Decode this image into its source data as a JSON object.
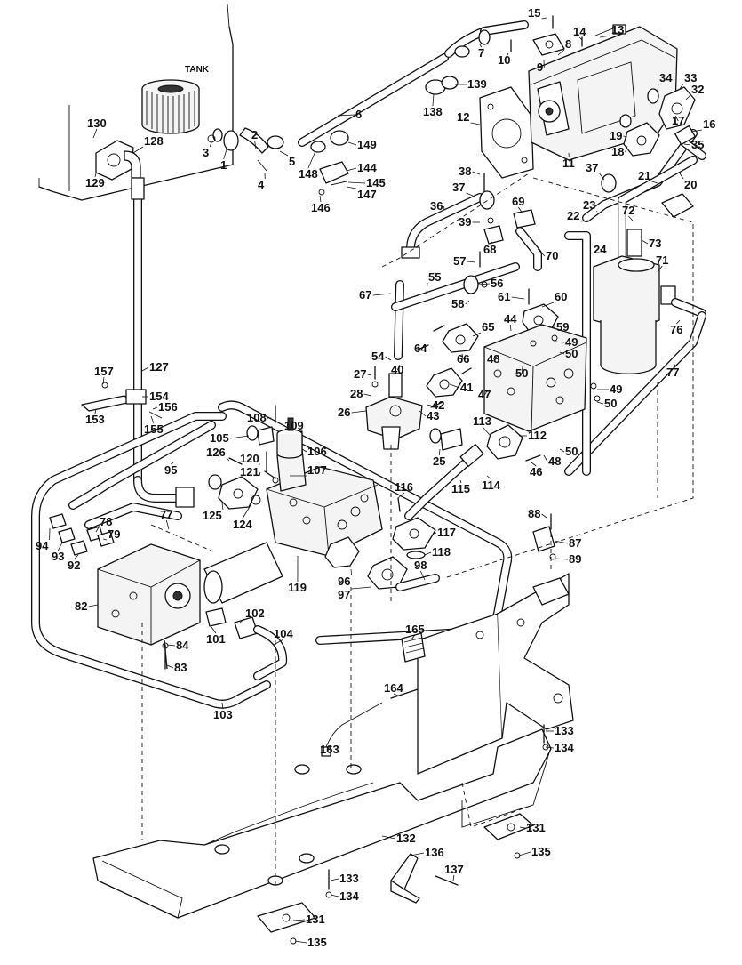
{
  "diagram": {
    "tank_label": "TANK",
    "callouts": [
      "1",
      "2",
      "3",
      "4",
      "5",
      "6",
      "7",
      "8",
      "9",
      "10",
      "11",
      "12",
      "13",
      "14",
      "15",
      "16",
      "17",
      "18",
      "19",
      "20",
      "21",
      "22",
      "23",
      "24",
      "25",
      "26",
      "27",
      "28",
      "32",
      "33",
      "34",
      "35",
      "36",
      "37",
      "38",
      "39",
      "40",
      "41",
      "42",
      "43",
      "44",
      "46",
      "47",
      "48",
      "49",
      "50",
      "54",
      "55",
      "56",
      "57",
      "58",
      "59",
      "60",
      "61",
      "64",
      "65",
      "66",
      "67",
      "68",
      "69",
      "70",
      "71",
      "72",
      "73",
      "76",
      "77",
      "78",
      "79",
      "82",
      "83",
      "84",
      "87",
      "88",
      "89",
      "92",
      "93",
      "94",
      "95",
      "96",
      "97",
      "98",
      "101",
      "102",
      "103",
      "104",
      "105",
      "106",
      "107",
      "108",
      "109",
      "112",
      "113",
      "114",
      "115",
      "116",
      "117",
      "118",
      "119",
      "120",
      "121",
      "124",
      "125",
      "126",
      "127",
      "128",
      "129",
      "130",
      "131",
      "132",
      "133",
      "134",
      "135",
      "136",
      "137",
      "138",
      "139",
      "144",
      "145",
      "146",
      "147",
      "148",
      "149",
      "153",
      "154",
      "155",
      "156",
      "157",
      "163",
      "164",
      "165"
    ]
  }
}
